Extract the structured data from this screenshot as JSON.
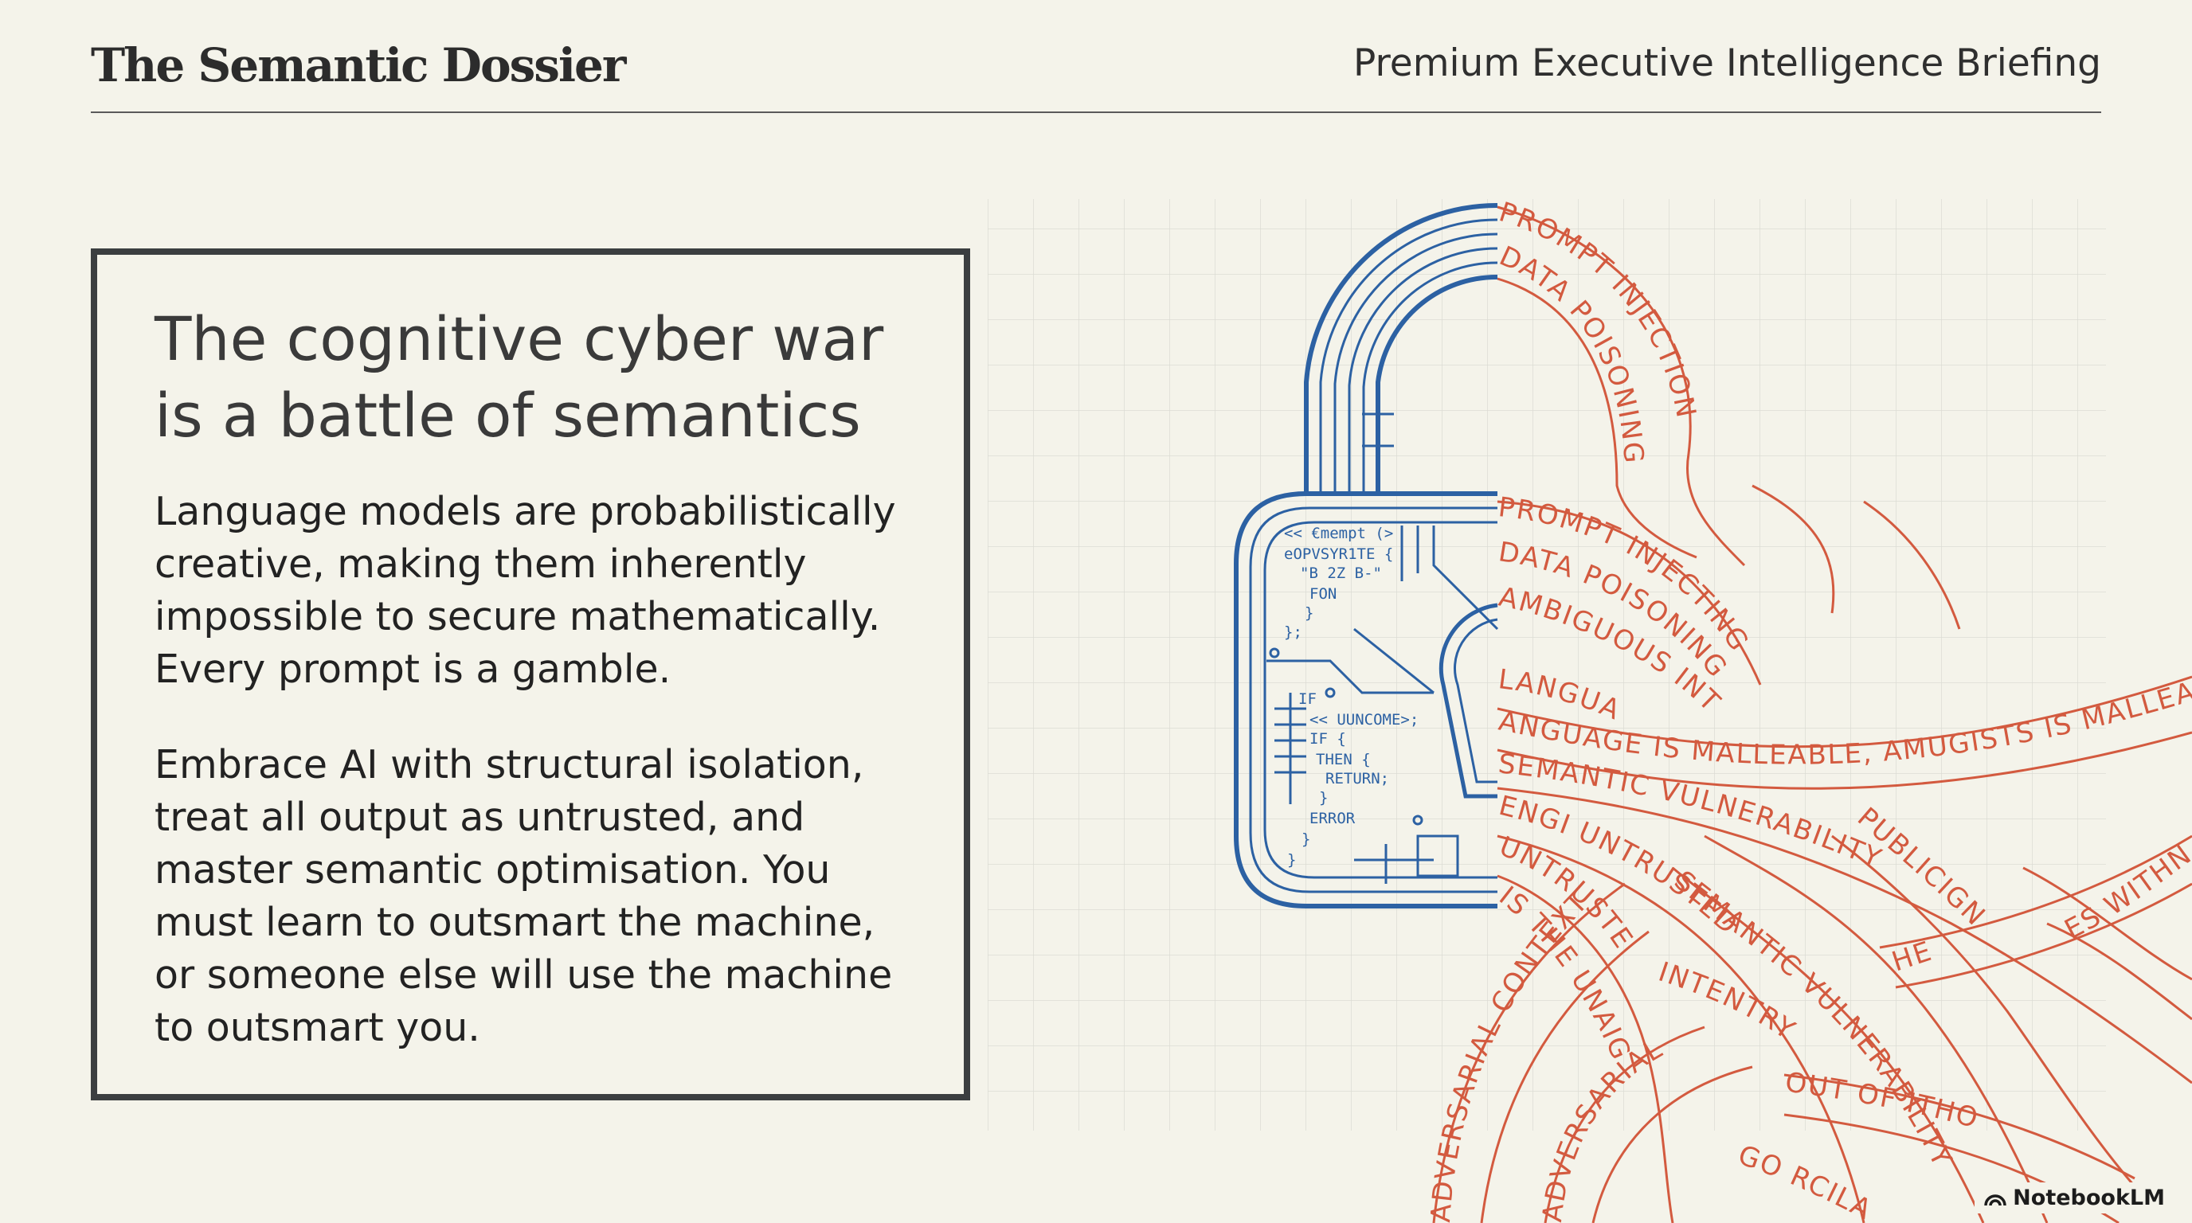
{
  "header": {
    "brand": "The Semantic Dossier",
    "subtitle": "Premium Executive Intelligence Briefing"
  },
  "card": {
    "title_line1": "The cognitive cyber war",
    "title_line2": "is a battle of semantics",
    "paragraph1": "Language models are probabilistically creative, making them inherently impossible to secure mathematically. Every prompt is a gamble.",
    "paragraph2": "Embrace AI with structural isolation, treat all output as untrusted, and master semantic optimisation. You must learn to outsmart the machine, or someone else will use the machine to outsmart you."
  },
  "illustration": {
    "code_lines": [
      "<< €mempt (>",
      "eOPVSYR1TE {",
      "\"B 2Z B-­\"",
      "FON",
      "­}",
      "};",
      "IF",
      "<< UUNCOME>;",
      "IF {",
      "THEN {",
      "RETURN;",
      "}",
      "ERROR",
      "}",
      "}"
    ],
    "ribbon_words": [
      "PROMPT INJECTION",
      "DATA POISONING",
      "PROMPT INJECTING",
      "DATA POISONING",
      "AMBIGUOUS INTENT",
      "LANGUAGE",
      "ANGUAGE IS MALLEABLE, AMUGISTS IS MALLEABLE",
      "SEMANTIC VULNERABILITY",
      "ENGI UNTRUSTED",
      "UNTRUSTE",
      "ADVERSARIAL CONTEXT",
      "SEMANTIC VULNERABILITY",
      "IS THE UNAIG",
      "OUT OF ITHO",
      "INTENTRY",
      "ADVERSARIAL",
      "HE",
      "ES WITHNE",
      "PUBLICIGN",
      "GO RCILABI"
    ],
    "colors": {
      "lock_blue": "#2c61a3",
      "ribbon_red": "#d35a3f",
      "grid": "#dcdcd4"
    }
  },
  "badge": {
    "label": "NotebookLM",
    "icon": "notebooklm-logo-icon"
  }
}
